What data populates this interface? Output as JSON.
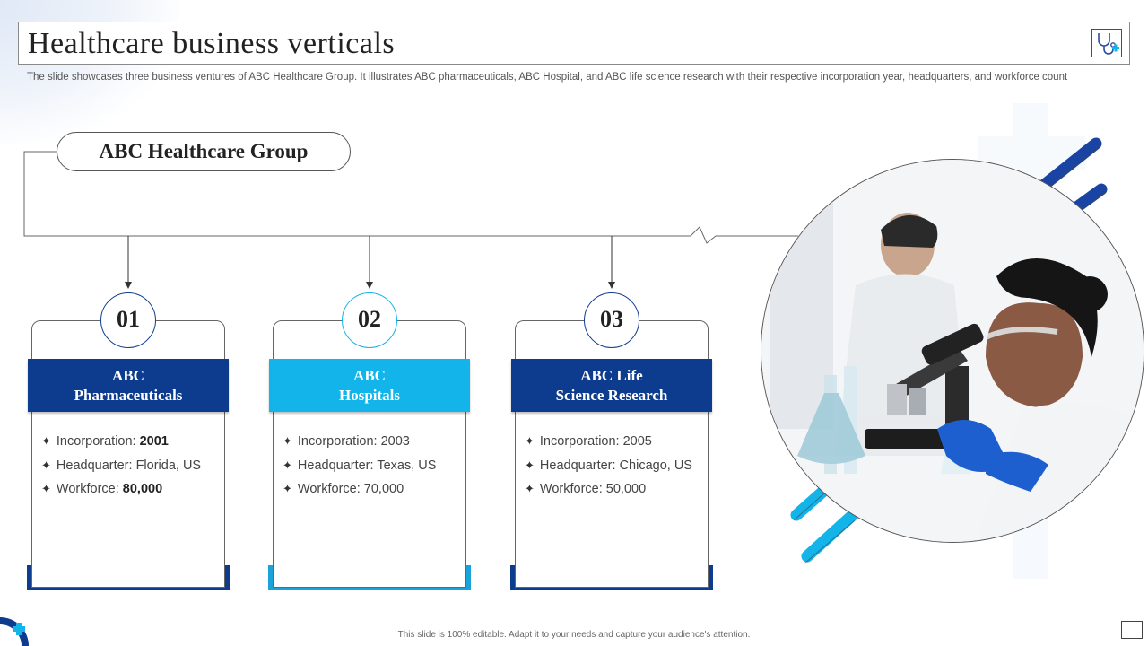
{
  "header": {
    "title": "Healthcare business verticals",
    "subtitle": "The slide showcases three business ventures of ABC Healthcare Group. It illustrates ABC pharmaceuticals, ABC Hospital, and ABC life science research with their respective incorporation year, headquarters, and workforce count",
    "icon": "stethoscope-icon"
  },
  "group": {
    "label": "ABC Healthcare Group"
  },
  "verticals": [
    {
      "number": "01",
      "name_line1": "ABC",
      "name_line2": "Pharmaceuticals",
      "incorporation_label": "Incorporation:",
      "incorporation_value": "2001",
      "headquarter_label": "Headquarter:",
      "headquarter_value": "Florida, US",
      "workforce_label": "Workforce:",
      "workforce_value": "80,000",
      "accent": "#0d3b8e"
    },
    {
      "number": "02",
      "name_line1": "ABC",
      "name_line2": "Hospitals",
      "incorporation_label": "Incorporation:",
      "incorporation_value": "2003",
      "headquarter_label": "Headquarter:",
      "headquarter_value": "Texas, US",
      "workforce_label": "Workforce:",
      "workforce_value": "70,000",
      "accent": "#12b4ea"
    },
    {
      "number": "03",
      "name_line1": "ABC Life",
      "name_line2": "Science Research",
      "incorporation_label": "Incorporation:",
      "incorporation_value": "2005",
      "headquarter_label": "Headquarter:",
      "headquarter_value": "Chicago, US",
      "workforce_label": "Workforce:",
      "workforce_value": "50,000",
      "accent": "#0d3b8e"
    }
  ],
  "image": {
    "subject": "lab-researchers-microscope-photo"
  },
  "footer": {
    "text": "This slide is 100% editable. Adapt it to your needs and capture your audience's attention."
  },
  "colors": {
    "dark_blue": "#0d3b8e",
    "light_blue": "#12b4ea"
  }
}
